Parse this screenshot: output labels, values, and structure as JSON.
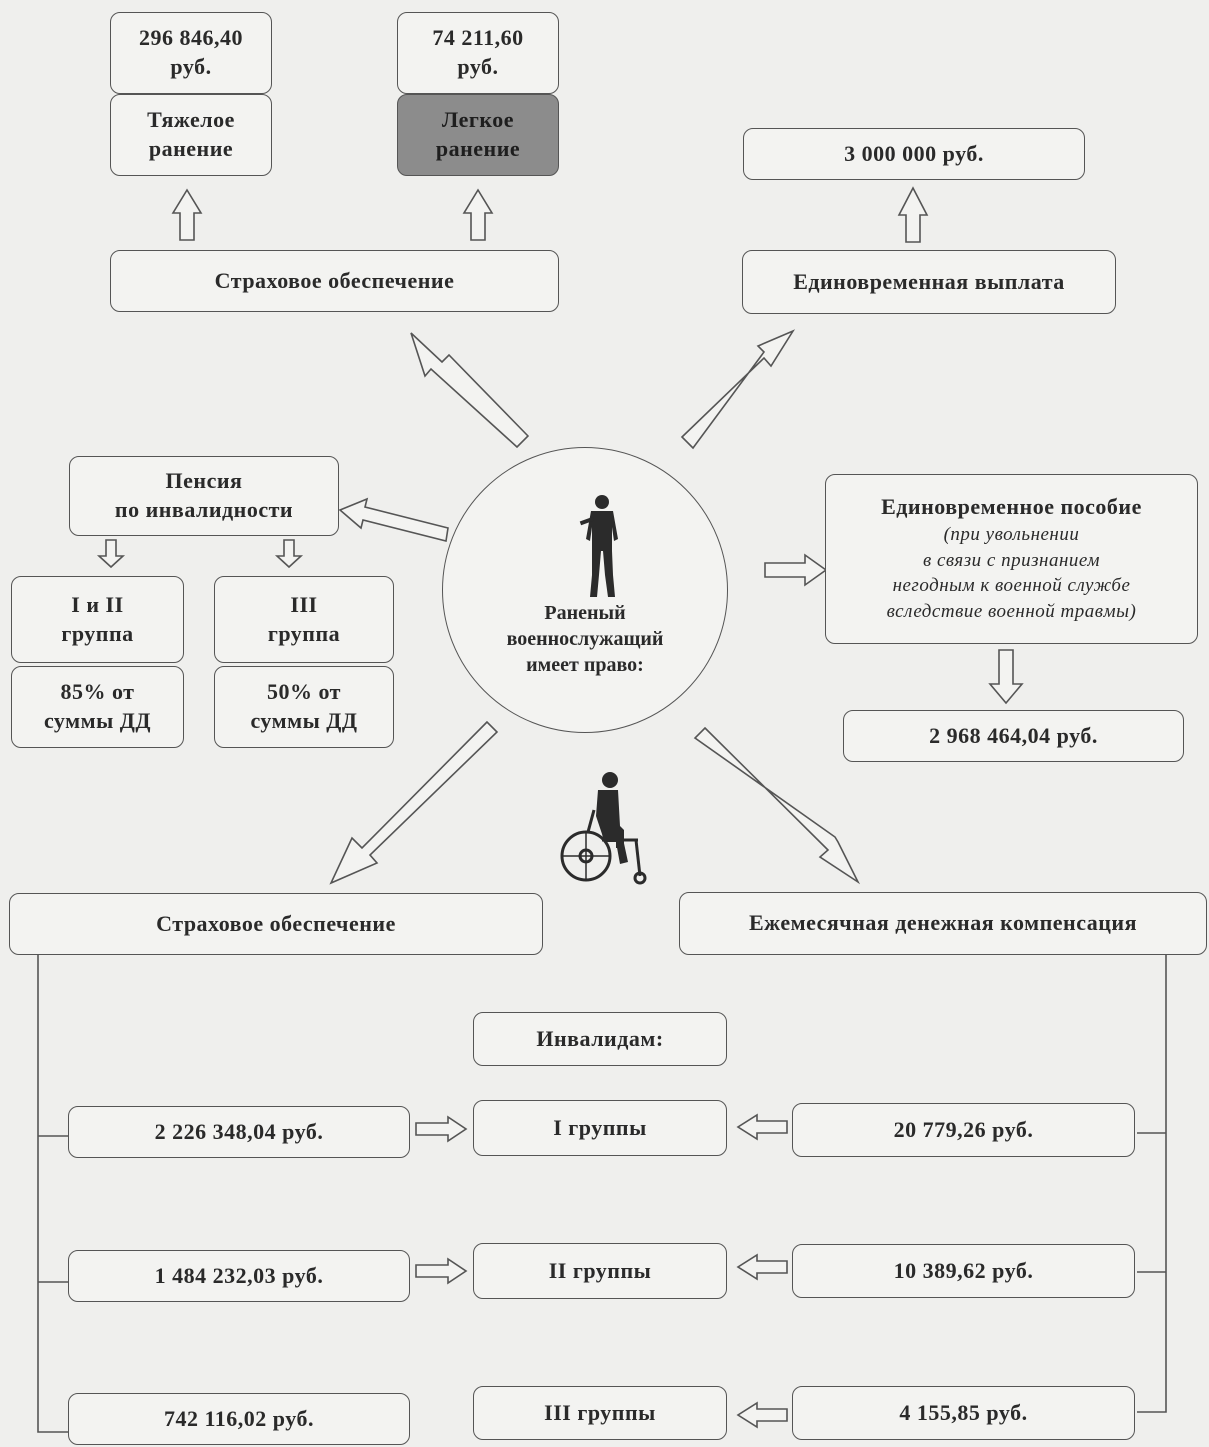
{
  "top_left": {
    "severe_amount": "296 846,40\nруб.",
    "light_amount": "74 211,60\nруб.",
    "severe_label": "Тяжелое\nранение",
    "light_label": "Легкое\nранение",
    "insurance_label": "Страховое обеспечение"
  },
  "top_right": {
    "amount": "3 000 000 руб.",
    "label": "Единовременная выплата"
  },
  "center": {
    "label": "Раненый\nвоеннослужащий\nимеет право:"
  },
  "pension": {
    "title": "Пенсия\nпо инвалидности",
    "group12_label": "I и II\nгруппа",
    "group3_label": "III\nгруппа",
    "group12_value": "85% от\nсуммы ДД",
    "group3_value": "50% от\nсуммы ДД"
  },
  "allowance": {
    "title": "Единовременное пособие",
    "note": "(при увольнении\nв связи с признанием\nнегодным к военной службе\nвследствие военной травмы)",
    "amount": "2 968 464,04 руб."
  },
  "bottom": {
    "insurance_label": "Страховое обеспечение",
    "compensation_label": "Ежемесячная денежная компенсация",
    "invalids_label": "Инвалидам:",
    "rows": [
      {
        "left": "2 226 348,04 руб.",
        "group": "I группы",
        "right": "20 779,26 руб."
      },
      {
        "left": "1 484 232,03 руб.",
        "group": "II группы",
        "right": "10 389,62 руб."
      },
      {
        "left": "742 116,02 руб.",
        "group": "III группы",
        "right": "4 155,85 руб."
      }
    ]
  },
  "icons": {
    "soldier": "soldier-figure-icon",
    "wheelchair": "wheelchair-person-icon"
  }
}
